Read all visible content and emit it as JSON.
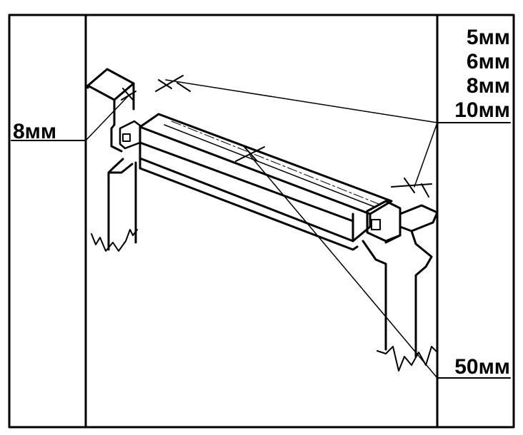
{
  "labels": {
    "left_thickness": "8мм",
    "right_thickness_1": "5мм",
    "right_thickness_2": "6мм",
    "right_thickness_3": "8мм",
    "right_thickness_4": "10мм",
    "bottom_right": "50мм"
  },
  "colors": {
    "line": "#000000",
    "background": "#ffffff"
  }
}
